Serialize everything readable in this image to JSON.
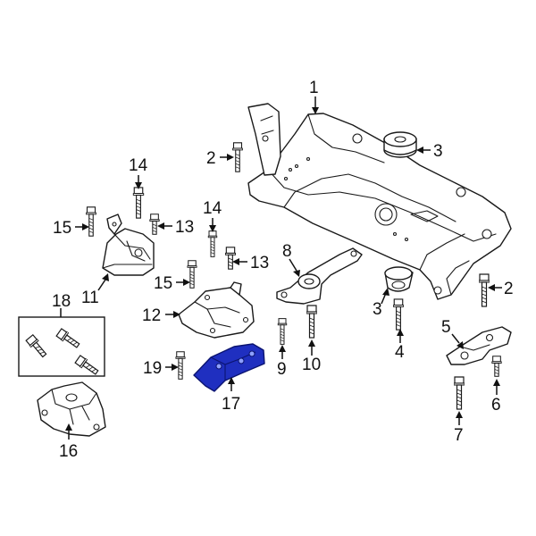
{
  "diagram": {
    "highlight_color": "#1f2fc0",
    "line_color": "#1a1a1a",
    "background": "#ffffff"
  },
  "callouts": {
    "c1": "1",
    "c2a": "2",
    "c2b": "2",
    "c3a": "3",
    "c3b": "3",
    "c4": "4",
    "c5": "5",
    "c6": "6",
    "c7": "7",
    "c8": "8",
    "c9": "9",
    "c10": "10",
    "c11": "11",
    "c12": "12",
    "c13a": "13",
    "c13b": "13",
    "c14a": "14",
    "c14b": "14",
    "c15a": "15",
    "c15b": "15",
    "c16": "16",
    "c17": "17",
    "c18": "18",
    "c19": "19"
  }
}
